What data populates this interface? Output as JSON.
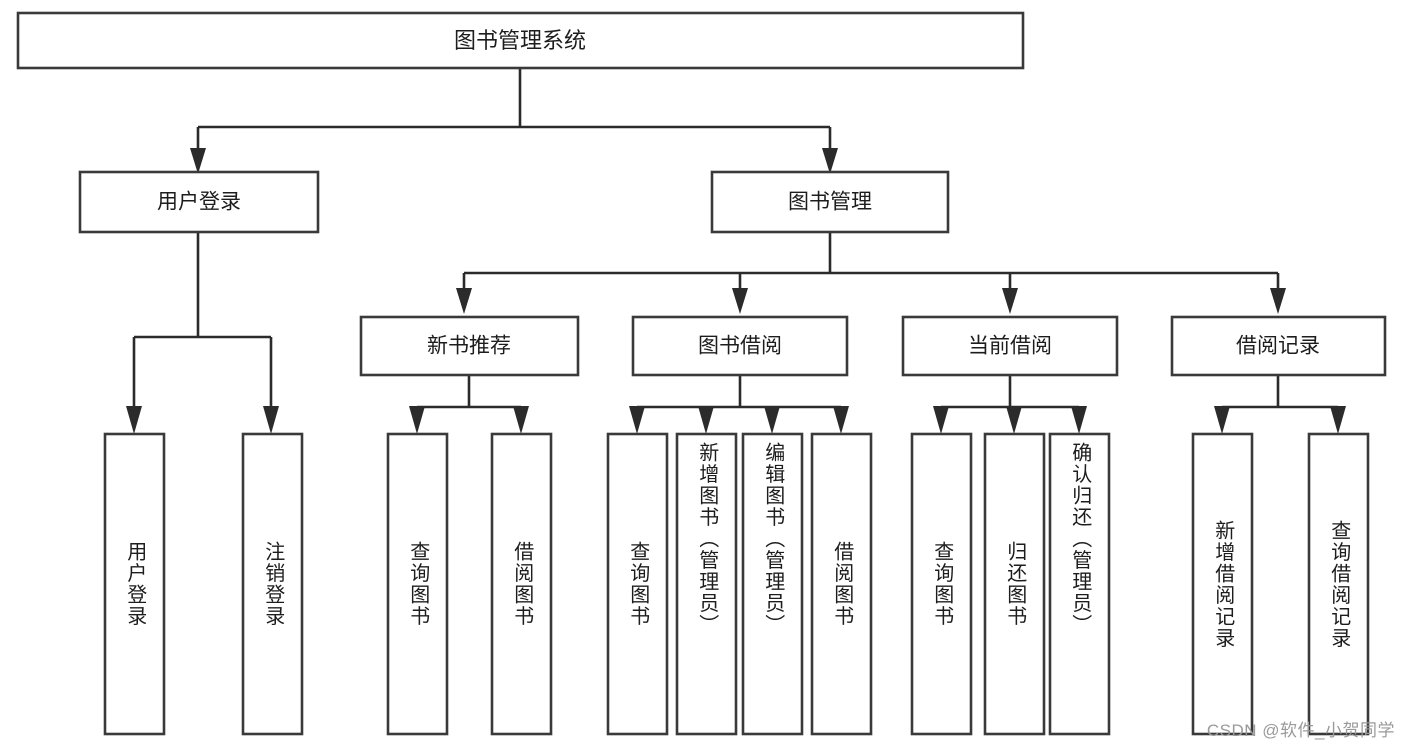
{
  "diagram": {
    "type": "tree-hierarchy",
    "title": "图书管理系统",
    "orientation": "top-down",
    "watermark": "CSDN @软件_小贺同学",
    "colors": {
      "box_stroke": "#3a3a3a",
      "box_fill": "#ffffff",
      "connector": "#2b2b2b",
      "text": "#1d1d1d",
      "watermark": "#9a9a9a",
      "background": "#ffffff"
    },
    "root": {
      "id": "root",
      "label": "图书管理系统"
    },
    "level2": [
      {
        "id": "user-login",
        "label": "用户登录"
      },
      {
        "id": "book-manage",
        "label": "图书管理"
      }
    ],
    "level3": [
      {
        "id": "new-book-recommend",
        "label": "新书推荐",
        "parent": "book-manage"
      },
      {
        "id": "book-borrow",
        "label": "图书借阅",
        "parent": "book-manage"
      },
      {
        "id": "current-borrow",
        "label": "当前借阅",
        "parent": "book-manage"
      },
      {
        "id": "borrow-record",
        "label": "借阅记录",
        "parent": "book-manage"
      }
    ],
    "leaves": {
      "user-login": [
        {
          "id": "leaf-user-login",
          "label": "用户登录"
        },
        {
          "id": "leaf-user-logout",
          "label": "注销登录"
        }
      ],
      "new-book-recommend": [
        {
          "id": "leaf-query-book-1",
          "label": "查询图书"
        },
        {
          "id": "leaf-borrow-book-1",
          "label": "借阅图书"
        }
      ],
      "book-borrow": [
        {
          "id": "leaf-query-book-2",
          "label": "查询图书"
        },
        {
          "id": "leaf-add-book",
          "label": "新增图书（管理员）"
        },
        {
          "id": "leaf-edit-book",
          "label": "编辑图书（管理员）"
        },
        {
          "id": "leaf-borrow-book-2",
          "label": "借阅图书"
        }
      ],
      "current-borrow": [
        {
          "id": "leaf-query-book-3",
          "label": "查询图书"
        },
        {
          "id": "leaf-return-book",
          "label": "归还图书"
        },
        {
          "id": "leaf-confirm-return",
          "label": "确认归还（管理员）"
        }
      ],
      "borrow-record": [
        {
          "id": "leaf-add-record",
          "label": "新增借阅记录"
        },
        {
          "id": "leaf-query-record",
          "label": "查询借阅记录"
        }
      ]
    }
  }
}
